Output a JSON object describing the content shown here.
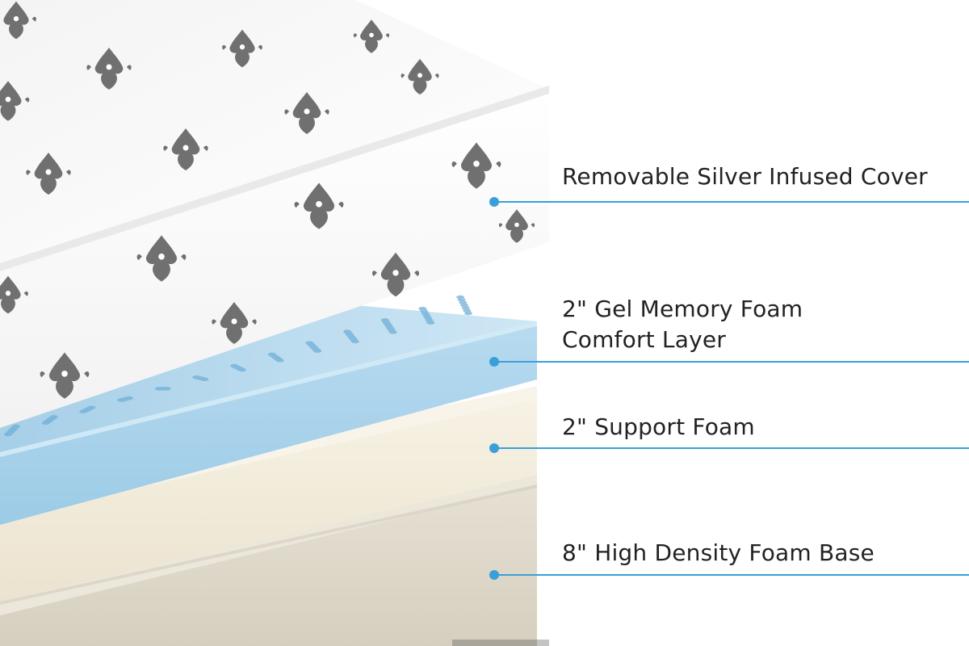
{
  "colors": {
    "cover": "#fbfbfb",
    "cover_pattern": "#6d6d6d",
    "gel_foam": "#b9dcef",
    "support_foam": "#f3ecda",
    "base_foam": "#ded8c9",
    "callout": "#3a9fd8",
    "text": "#222222"
  },
  "callouts": [
    {
      "lines": [
        "Removable Silver Infused Cover"
      ]
    },
    {
      "lines": [
        "2\" Gel Memory Foam",
        "Comfort Layer"
      ]
    },
    {
      "lines": [
        "2\" Support Foam"
      ]
    },
    {
      "lines": [
        "8\" High Density Foam Base"
      ]
    }
  ]
}
